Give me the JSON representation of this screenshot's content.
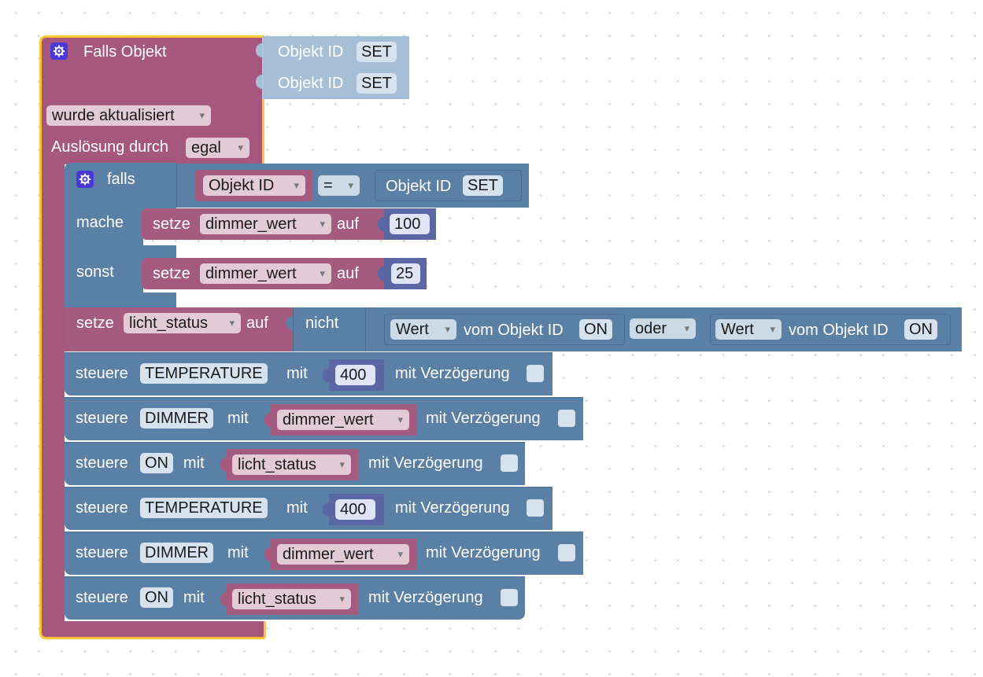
{
  "trigger": {
    "title": "Falls Objekt",
    "id_label": "Objekt ID",
    "ids": [
      "SET",
      "SET"
    ],
    "event": "wurde aktualisiert",
    "by_label": "Auslösung durch",
    "by_value": "egal"
  },
  "if_block": {
    "if_label": "falls",
    "do_label": "mache",
    "else_label": "sonst",
    "left_label": "Objekt ID",
    "operator": "=",
    "right_label": "Objekt ID",
    "right_value": "SET"
  },
  "set_label": "setze",
  "to_label": "auf",
  "set_then": {
    "var": "dimmer_wert",
    "value": "100"
  },
  "set_else": {
    "var": "dimmer_wert",
    "value": "25"
  },
  "set_status": {
    "var": "licht_status",
    "not_label": "nicht",
    "value1": "Wert",
    "of_label": "vom Objekt ID",
    "id1": "ON",
    "or_label": "oder",
    "value2": "Wert",
    "id2": "ON"
  },
  "control_label": "steuere",
  "with_label": "mit",
  "delay_label": "mit Verzögerung",
  "controls": [
    {
      "target": "TEMPERATURE",
      "value": "400"
    },
    {
      "target": "DIMMER",
      "value": "dimmer_wert"
    },
    {
      "target": "ON",
      "value": "licht_status"
    },
    {
      "target": "TEMPERATURE",
      "value": "400"
    },
    {
      "target": "DIMMER",
      "value": "dimmer_wert"
    },
    {
      "target": "ON",
      "value": "licht_status"
    }
  ],
  "colors": {
    "event_block": "#a5577d",
    "logic_block": "#5b80a5",
    "value_block": "#5b67a5",
    "variable_block": "#a55b80",
    "object_block": "#a6bfd6",
    "selection_outline": "#fcc632"
  }
}
